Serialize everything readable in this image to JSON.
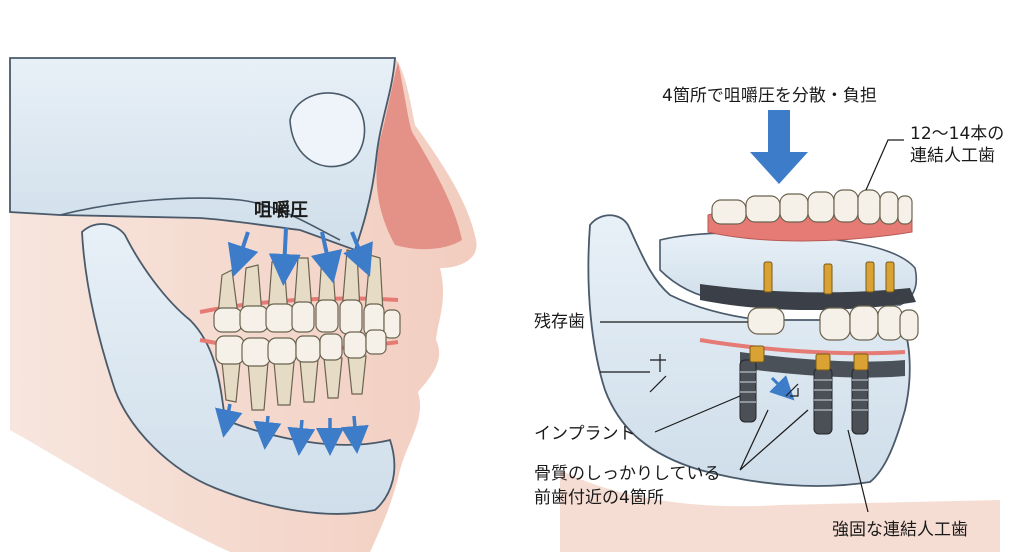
{
  "left_panel": {
    "pressure_label": "咀嚼圧"
  },
  "right_panel": {
    "top_caption": "4箇所で咀嚼圧を分散・負担",
    "bridge_label_line1": "12〜14本の",
    "bridge_label_line2": "連結人工歯",
    "remaining_tooth_label": "残存歯",
    "implant_label": "インプラント",
    "bone_label_line1": "骨質のしっかりしている",
    "bone_label_line2": "前歯付近の4箇所",
    "strong_bridge_label": "強固な連結人工歯"
  },
  "colors": {
    "bone_fill": "#dce8f2",
    "bone_stroke": "#4a5a6a",
    "gum": "#e57b74",
    "arrow_blue": "#3d7cc9",
    "tooth": "#f5f1e8",
    "root": "#e6dcc6",
    "implant_gray": "#4b4f56",
    "implant_gold": "#d9a233"
  },
  "icons": [
    "down-arrow-icon",
    "pressure-arrow-icon",
    "implant-screw-icon"
  ]
}
